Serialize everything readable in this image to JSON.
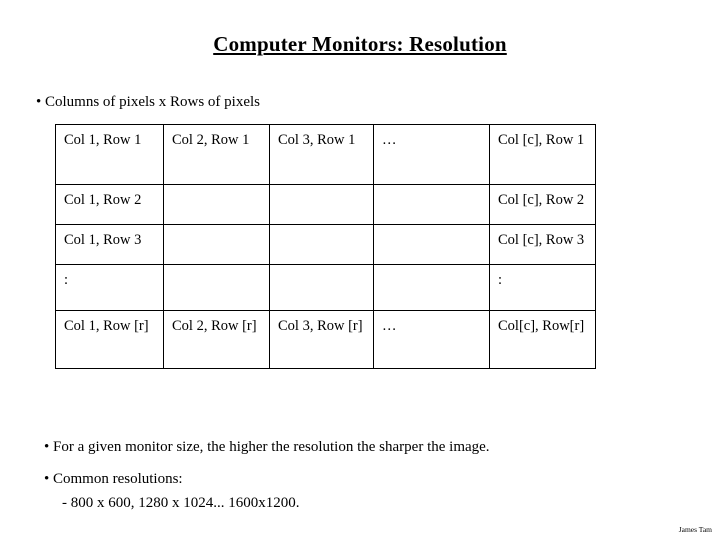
{
  "slide": {
    "title": "Computer Monitors: Resolution",
    "bullets": [
      "• Columns of pixels x Rows of pixels",
      "• For a given monitor size, the higher the resolution the sharper the image.",
      "• Common resolutions:",
      "- 800 x 600, 1280 x 1024... 1600x1200."
    ],
    "footer": "James Tam"
  },
  "table": {
    "rows": [
      [
        "Col 1, Row 1",
        "Col 2, Row 1",
        "Col 3, Row 1",
        "…",
        "Col [c], Row 1"
      ],
      [
        "Col 1, Row 2",
        "",
        "",
        "",
        "Col [c], Row 2"
      ],
      [
        "Col 1, Row 3",
        "",
        "",
        "",
        "Col [c], Row 3"
      ],
      [
        ":",
        "",
        "",
        "",
        ":"
      ],
      [
        "Col 1, Row [r]",
        "Col 2, Row [r]",
        "Col 3, Row [r]",
        "…",
        "Col[c], Row[r]"
      ]
    ]
  }
}
